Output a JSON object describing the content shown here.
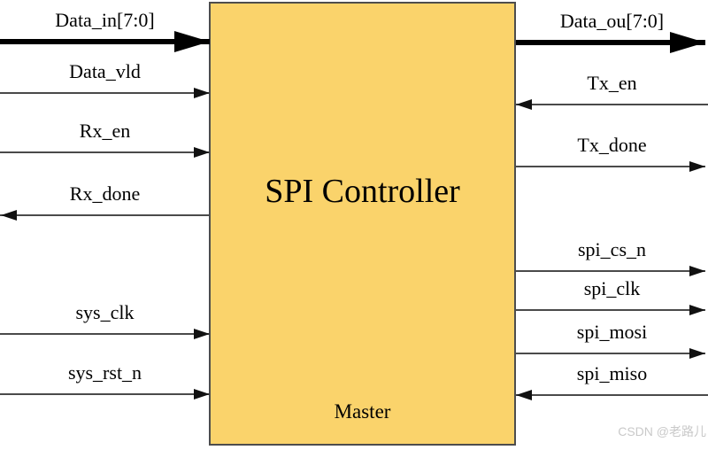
{
  "block": {
    "title": "SPI Controller",
    "subtitle": "Master",
    "fill_color": "#FAD36B",
    "border_color": "#4D4D4D"
  },
  "signals": {
    "left": [
      {
        "label": "Data_in[7:0]",
        "direction": "in",
        "width": "bus"
      },
      {
        "label": "Data_vld",
        "direction": "in",
        "width": "single"
      },
      {
        "label": "Rx_en",
        "direction": "in",
        "width": "single"
      },
      {
        "label": "Rx_done",
        "direction": "out",
        "width": "single"
      },
      {
        "label": "sys_clk",
        "direction": "in",
        "width": "single"
      },
      {
        "label": "sys_rst_n",
        "direction": "in",
        "width": "single"
      }
    ],
    "right": [
      {
        "label": "Data_ou[7:0]",
        "direction": "out",
        "width": "bus"
      },
      {
        "label": "Tx_en",
        "direction": "in",
        "width": "single"
      },
      {
        "label": "Tx_done",
        "direction": "out",
        "width": "single"
      },
      {
        "label": "spi_cs_n",
        "direction": "out",
        "width": "single"
      },
      {
        "label": "spi_clk",
        "direction": "out",
        "width": "single"
      },
      {
        "label": "spi_mosi",
        "direction": "out",
        "width": "single"
      },
      {
        "label": "spi_miso",
        "direction": "in",
        "width": "single"
      }
    ]
  },
  "line_color": "#4A4A4A",
  "arrow_color": "#111111",
  "watermark": {
    "text": "CSDN @老路儿",
    "color": "#C9C9C9"
  }
}
